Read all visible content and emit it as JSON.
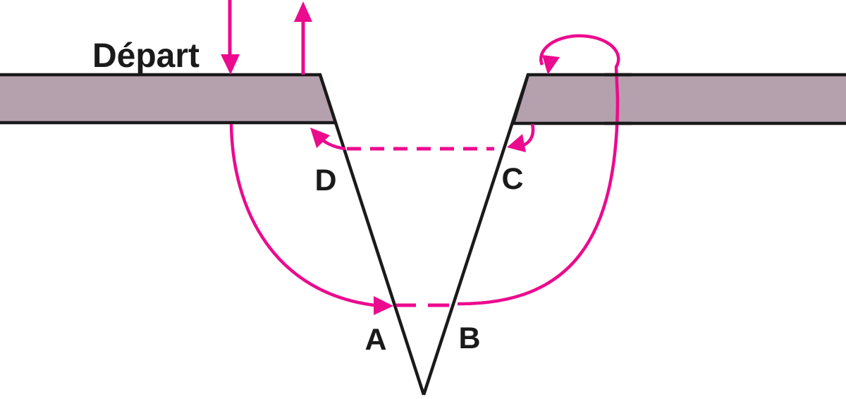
{
  "diagram": {
    "title_label": "Départ",
    "point_labels": {
      "a": "A",
      "b": "B",
      "c": "C",
      "d": "D"
    },
    "colors": {
      "magenta": "#EC0A8E",
      "plate_fill": "#B4A1AD",
      "line_black": "#1A1A1A",
      "background": "#FFFFFF"
    }
  }
}
